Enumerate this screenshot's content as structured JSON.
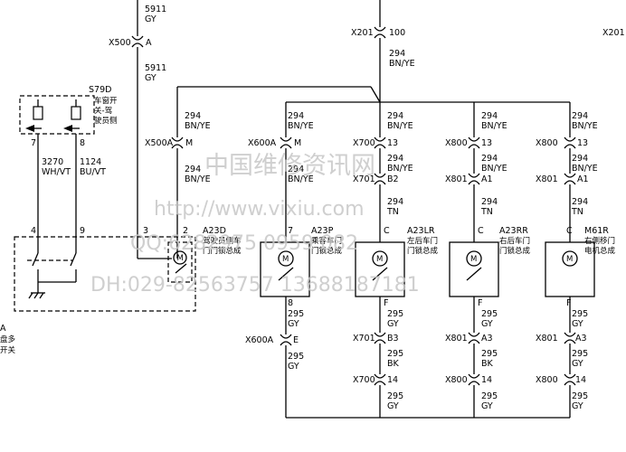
{
  "top_conn": {
    "wire1_num": "5911",
    "wire1_color": "GY",
    "conn": "X500",
    "pin": "A",
    "wire2_num": "5911",
    "wire2_color": "GY"
  },
  "x201": {
    "conn": "X201",
    "pin": "100",
    "wire_num": "294",
    "wire_color": "BN/YE",
    "conn_right": "X201"
  },
  "switch": {
    "ref": "S79D",
    "name1": "车窗开",
    "name2": "关-驾",
    "name3": "驶员侧",
    "pin7": "7",
    "pin8": "8",
    "w1_num": "3270",
    "w1_color": "WH/VT",
    "w2_num": "1124",
    "w2_color": "BU/VT",
    "pin4": "4",
    "pin9": "9"
  },
  "left_ref": {
    "letter": "A",
    "line1": "盘多",
    "line2": "开关"
  },
  "branches": {
    "driver": {
      "w_num": "294",
      "w_color": "BN/YE",
      "conn": "X500A",
      "pin": "M",
      "w2_num": "294",
      "w2_color": "BN/YE",
      "pin_a": "3",
      "pin_b": "2",
      "ref": "A23D",
      "name1": "驾驶员侧车",
      "name2": "门门锁总成"
    },
    "passenger": {
      "w_num": "294",
      "w_color": "BN/YE",
      "conn": "X600A",
      "pin": "M",
      "w2_num": "294",
      "w2_color": "BN/YE",
      "pin_top": "7",
      "ref": "A23P",
      "name1": "乘客车门",
      "name2": "门锁总成",
      "pin_bot": "8",
      "w3_num": "295",
      "w3_color": "GY",
      "conn2": "X600A",
      "pin2": "E",
      "w4_num": "295",
      "w4_color": "GY"
    },
    "left_rear": {
      "w_num": "294",
      "w_color": "BN/YE",
      "conn": "X700",
      "pin": "13",
      "w2_num": "294",
      "w2_color": "BN/YE",
      "conn2": "X701",
      "pin2": "B2",
      "w3_num": "294",
      "w3_color": "TN",
      "pin_top": "C",
      "ref": "A23LR",
      "name1": "左后车门",
      "name2": "门锁总成",
      "pin_bot": "F",
      "w4_num": "295",
      "w4_color": "GY",
      "conn3": "X701",
      "pin3": "B3",
      "w5_num": "295",
      "w5_color": "BK",
      "conn4": "X700",
      "pin4": "14",
      "w6_num": "295",
      "w6_color": "GY"
    },
    "right_rear": {
      "w_num": "294",
      "w_color": "BN/YE",
      "conn": "X800",
      "pin": "13",
      "w2_num": "294",
      "w2_color": "BN/YE",
      "conn2": "X801",
      "pin2": "A1",
      "w3_num": "294",
      "w3_color": "TN",
      "pin_top": "C",
      "ref": "A23RR",
      "name1": "右后车门",
      "name2": "门锁总成",
      "pin_bot": "F",
      "w4_num": "295",
      "w4_color": "GY",
      "conn3": "X801",
      "pin3": "A3",
      "w5_num": "295",
      "w5_color": "BK",
      "conn4": "X800",
      "pin4": "14",
      "w6_num": "295",
      "w6_color": "GY"
    },
    "sliding": {
      "w_num": "294",
      "w_color": "BN/YE",
      "conn": "X800",
      "pin": "13",
      "w2_num": "294",
      "w2_color": "BN/YE",
      "conn2": "X801",
      "pin2": "A1",
      "w3_num": "294",
      "w3_color": "TN",
      "pin_top": "C",
      "ref": "M61R",
      "name1": "右侧移门",
      "name2": "电机总成",
      "pin_bot": "F",
      "w4_num": "295",
      "w4_color": "GY",
      "conn3": "X801",
      "pin3": "A3",
      "w5_num": "295",
      "w5_color": "GY",
      "conn4": "X800",
      "pin4": "14",
      "w6_num": "295",
      "w6_color": "GY"
    }
  },
  "watermark": {
    "line1": "中国维修资讯网",
    "line2": "http://www.vixiu.com",
    "line3": "QQ:6282975 0959 082",
    "line4": "DH:029-82563757 13688187181"
  },
  "colors": {
    "wire": "#000000",
    "watermark": "#c7c7c7",
    "background": "#ffffff"
  }
}
